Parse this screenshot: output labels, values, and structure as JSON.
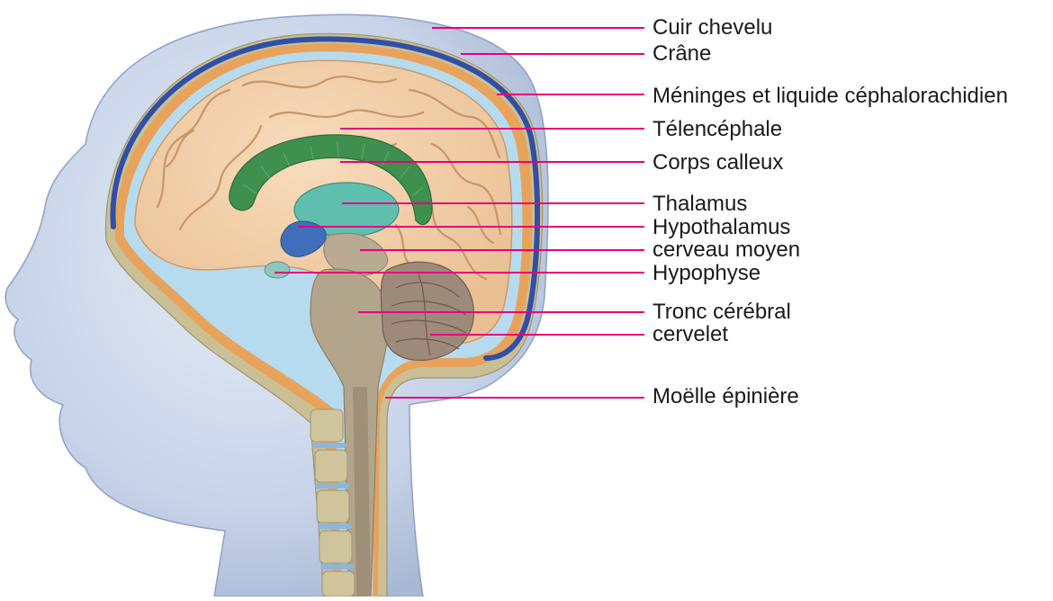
{
  "labels": [
    {
      "id": "cuir-chevelu",
      "text": "Cuir chevelu"
    },
    {
      "id": "crane",
      "text": "Crâne"
    },
    {
      "id": "meninges",
      "text": "Méninges et liquide céphalorachidien"
    },
    {
      "id": "telencephale",
      "text": "Télencéphale"
    },
    {
      "id": "corps-calleux",
      "text": "Corps calleux"
    },
    {
      "id": "thalamus",
      "text": "Thalamus"
    },
    {
      "id": "hypothalamus",
      "text": "Hypothalamus"
    },
    {
      "id": "cerveau-moyen",
      "text": "cerveau moyen"
    },
    {
      "id": "hypophyse",
      "text": "Hypophyse"
    },
    {
      "id": "tronc-cerebral",
      "text": "Tronc cérébral"
    },
    {
      "id": "cervelet",
      "text": "cervelet"
    },
    {
      "id": "moelle-epiniere",
      "text": "Moëlle épinière"
    }
  ],
  "colors": {
    "leader": "#e6007e",
    "skin": "#c9d4e8",
    "skin_dark": "#9fb0cf",
    "scalp": "#b8c7df",
    "skull": "#c9c09a",
    "meninges": "#e39b4f",
    "csf": "#a9cfe6",
    "vein": "#2f4fa8",
    "cortex": "#f4cfa6",
    "cortex_fold": "#c99a6f",
    "corpus": "#3f8f4f",
    "thalamus": "#5fbfae",
    "hypothalamus": "#3f6fb8",
    "brainstem": "#b3a48c",
    "cerebellum": "#9e8a7a",
    "spine": "#c6bb90"
  }
}
